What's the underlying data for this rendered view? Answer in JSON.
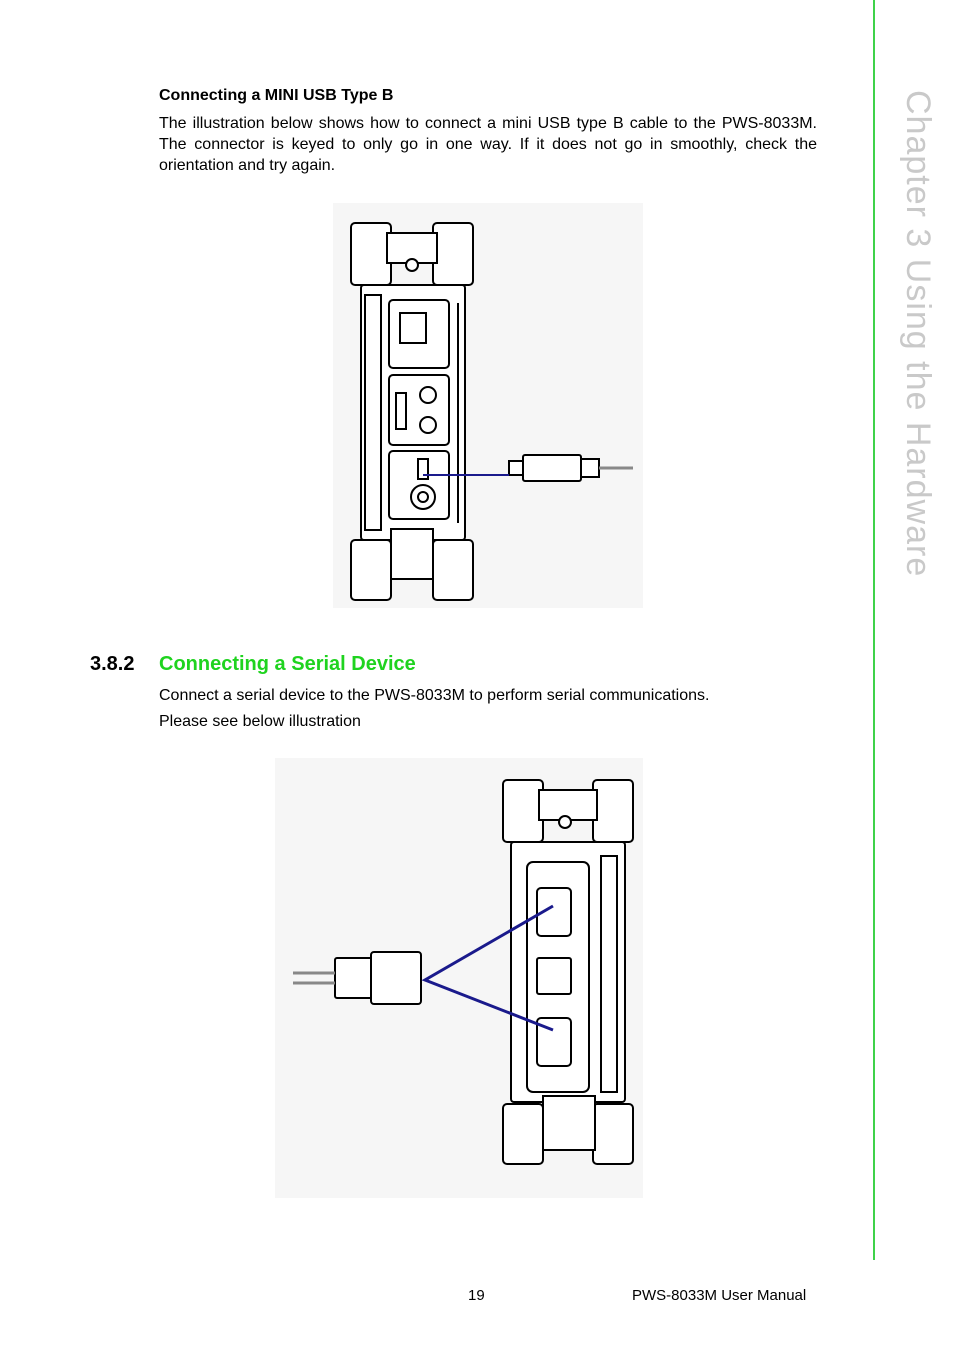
{
  "side_title": "Chapter 3   Using the Hardware",
  "usb_section": {
    "heading": "Connecting a MINI USB Type B",
    "body": "The illustration below shows how to connect a mini USB type B cable to the PWS-8033M. The connector is keyed to only go in one way. If it does not go in smoothly, check the orientation and try again."
  },
  "serial_section": {
    "number": "3.8.2",
    "title": "Connecting a Serial Device",
    "body_line1": "Connect a serial device to the PWS-8033M to perform serial communications.",
    "body_line2": "Please see below illustration"
  },
  "footer": {
    "page_number": "19",
    "manual_title": "PWS-8033M User Manual"
  },
  "colors": {
    "accent_green": "#1fd31f",
    "rule_green": "#3fd24a",
    "side_title_gray": "#c9c9c9",
    "connector_line_blue": "#1a1a8c"
  }
}
